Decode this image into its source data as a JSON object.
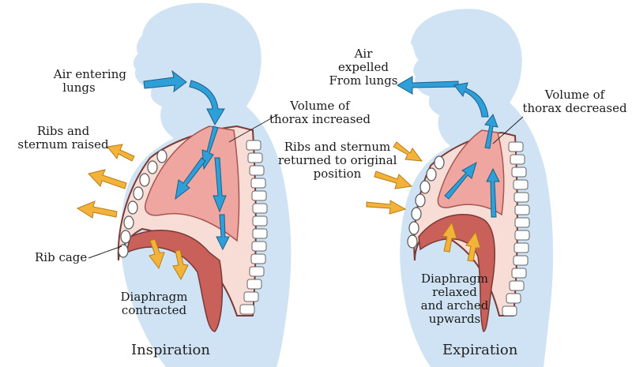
{
  "panels": {
    "inspiration": {
      "caption": "Inspiration",
      "labels": {
        "air_in_1": "Air entering",
        "air_in_2": "lungs",
        "volume_1": "Volume of",
        "volume_2": "thorax increased",
        "ribs_1": "Ribs and",
        "ribs_2": "sternum raised",
        "ribcage": "Rib cage",
        "diaphragm_1": "Diaphragm",
        "diaphragm_2": "contracted"
      }
    },
    "expiration": {
      "caption": "Expiration",
      "labels": {
        "air_out_1": "Air",
        "air_out_2": "expelled",
        "air_out_3": "From lungs",
        "volume_1": "Volume of",
        "volume_2": "thorax decreased",
        "ribs_1": "Ribs and sternum",
        "ribs_2": "returned to original",
        "ribs_3": "position",
        "diaphragm_1": "Diaphragm",
        "diaphragm_2": "relaxed",
        "diaphragm_3": "and arched",
        "diaphragm_4": "upwards"
      }
    }
  },
  "colors": {
    "body": "#cfe3f4",
    "lung": "#efa6a0",
    "muscle": "#c9605a",
    "bone": "#ffffff",
    "air_arrow": "#2e9fd8",
    "movement_arrow": "#f3b33b"
  }
}
